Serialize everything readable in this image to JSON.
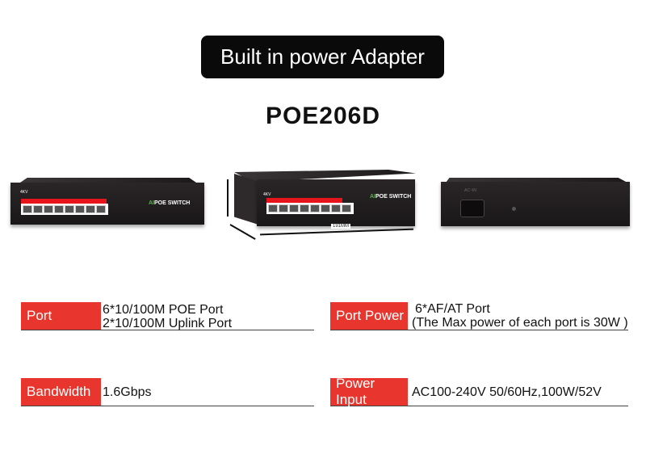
{
  "banner": {
    "title": "Built in power Adapter"
  },
  "product": {
    "model": "POE206D",
    "front": {
      "badge": "4KV",
      "brand_ai": "AI",
      "brand_text": "POE SWITCH"
    },
    "dimensions": {
      "length": "191MM"
    },
    "back": {
      "label": "AC~IN"
    }
  },
  "specs": [
    {
      "label": "Port",
      "lines": [
        "6*10/100M POE Port",
        "2*10/100M Uplink Port"
      ]
    },
    {
      "label": "Port Power",
      "lines": [
        "6*AF/AT Port",
        "(The Max power of each port is 30W )"
      ]
    },
    {
      "label": "Bandwidth",
      "lines": [
        "1.6Gbps"
      ]
    },
    {
      "label": "Power Input",
      "lines": [
        "AC100-240V 50/60Hz,100W/52V"
      ]
    }
  ],
  "colors": {
    "label_bg": "#e8362e",
    "accent_red": "#e8141c",
    "device": "#1f1b1c"
  }
}
